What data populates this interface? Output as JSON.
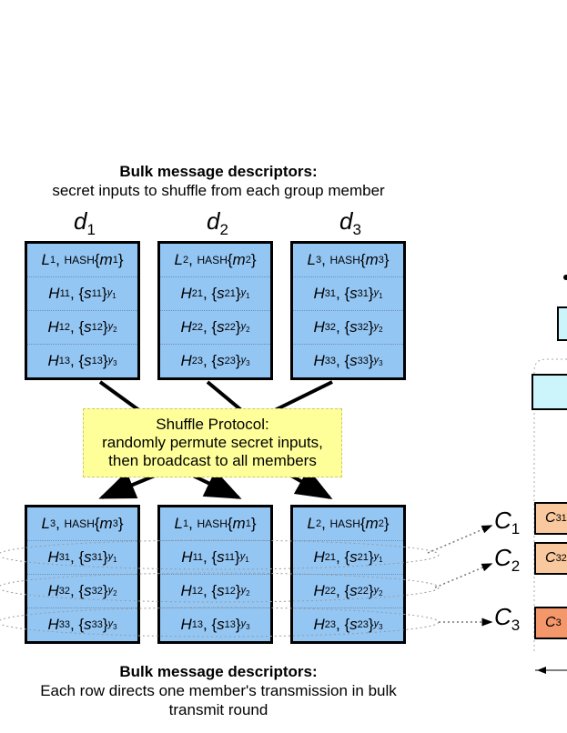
{
  "top_caption": {
    "title": "Bulk message descriptors:",
    "subtitle": "secret inputs to shuffle from each group member"
  },
  "bottom_caption": {
    "title": "Bulk message descriptors:",
    "subtitle": "Each row directs one member's transmission in bulk transmit round"
  },
  "descriptors": [
    {
      "name": "d",
      "index": "1"
    },
    {
      "name": "d",
      "index": "2"
    },
    {
      "name": "d",
      "index": "3"
    }
  ],
  "shuffle": {
    "line1": "Shuffle Protocol:",
    "line2": "randomly permute secret inputs,",
    "line3": "then broadcast to all members"
  },
  "top_cards": [
    {
      "head": {
        "L": "1",
        "m": "1"
      },
      "rows": [
        [
          "11",
          "11",
          "1"
        ],
        [
          "12",
          "12",
          "2"
        ],
        [
          "13",
          "13",
          "3"
        ]
      ]
    },
    {
      "head": {
        "L": "2",
        "m": "2"
      },
      "rows": [
        [
          "21",
          "21",
          "1"
        ],
        [
          "22",
          "22",
          "2"
        ],
        [
          "23",
          "23",
          "3"
        ]
      ]
    },
    {
      "head": {
        "L": "3",
        "m": "3"
      },
      "rows": [
        [
          "31",
          "31",
          "1"
        ],
        [
          "32",
          "32",
          "2"
        ],
        [
          "33",
          "33",
          "3"
        ]
      ]
    }
  ],
  "bottom_cards": [
    {
      "head": {
        "L": "3",
        "m": "3"
      },
      "rows": [
        [
          "31",
          "31",
          "1"
        ],
        [
          "32",
          "32",
          "2"
        ],
        [
          "33",
          "33",
          "3"
        ]
      ]
    },
    {
      "head": {
        "L": "1",
        "m": "1"
      },
      "rows": [
        [
          "11",
          "11",
          "1"
        ],
        [
          "12",
          "12",
          "2"
        ],
        [
          "13",
          "13",
          "3"
        ]
      ]
    },
    {
      "head": {
        "L": "2",
        "m": "2"
      },
      "rows": [
        [
          "21",
          "21",
          "1"
        ],
        [
          "22",
          "22",
          "2"
        ],
        [
          "23",
          "23",
          "3"
        ]
      ]
    }
  ],
  "ciphertexts": [
    {
      "name": "C",
      "index": "1",
      "box": "C31",
      "color": "#f9c89e"
    },
    {
      "name": "C",
      "index": "2",
      "box": "C32",
      "color": "#f9c89e"
    },
    {
      "name": "C",
      "index": "3",
      "box": "C3",
      "color": "#f4976a"
    }
  ],
  "hash_word": "HASH",
  "colors": {
    "card": "#94c6f4",
    "protocol": "#ffff99",
    "cipher_light": "#f9c89e",
    "cipher_dark": "#f4976a",
    "partial": "#ccf5fb"
  }
}
